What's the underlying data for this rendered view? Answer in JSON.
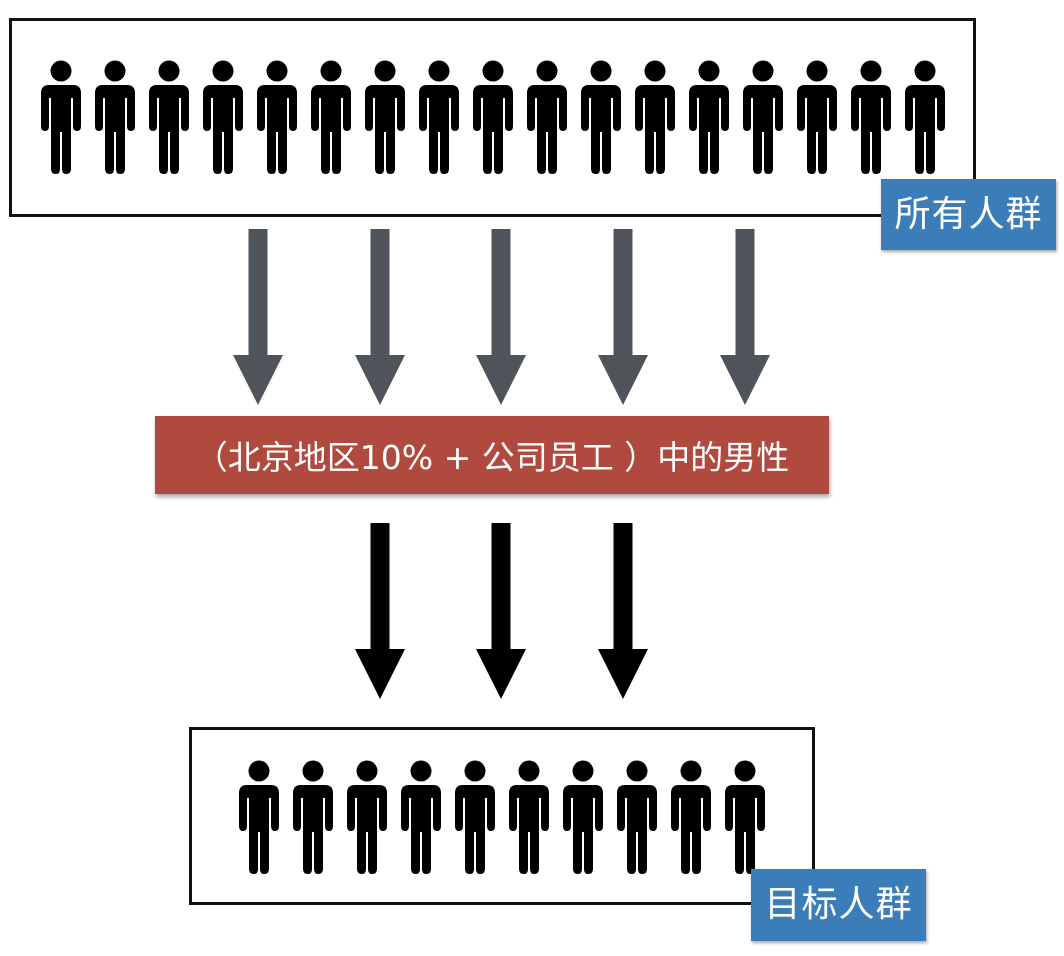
{
  "top_group": {
    "label": "所有人群",
    "person_count": 17,
    "person_icon": "person-icon"
  },
  "filter": {
    "label": "（北京地区10% + 公司员工 ）中的男性",
    "color": "#b04a3e"
  },
  "bottom_group": {
    "label": "目标人群",
    "person_count": 10,
    "person_icon": "person-icon"
  },
  "colors": {
    "tag_blue": "#3b7db8",
    "upper_arrow_gray": "#4f545a",
    "lower_arrow_black": "#000000",
    "person_black": "#000000"
  },
  "arrows": {
    "upper_count": 5,
    "lower_count": 3
  }
}
